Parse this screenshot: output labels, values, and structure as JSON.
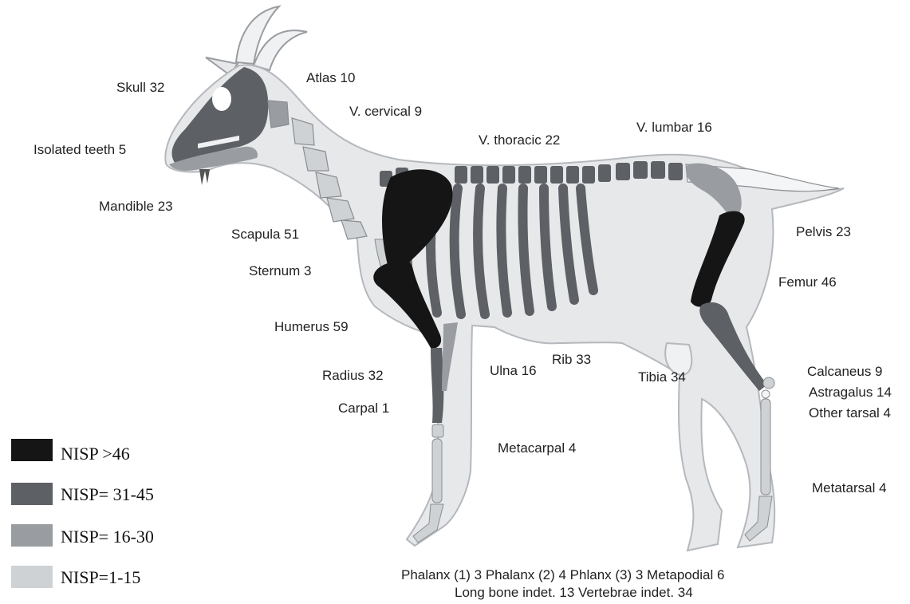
{
  "colors": {
    "body": "#e6e8ea",
    "body_outline": "#b5b8bc",
    "nisp_over_46": "#151515",
    "nisp_31_45": "#5d6064",
    "nisp_16_30": "#999ca0",
    "nisp_1_15": "#cfd2d5"
  },
  "labels": {
    "skull": "Skull 32",
    "atlas": "Atlas 10",
    "v_cervical": "V. cervical 9",
    "isolated_teeth": "Isolated teeth 5",
    "v_thoracic": "V. thoracic 22",
    "v_lumbar": "V. lumbar 16",
    "mandible": "Mandible 23",
    "scapula": "Scapula 51",
    "pelvis": "Pelvis 23",
    "sternum": "Sternum 3",
    "femur": "Femur 46",
    "humerus": "Humerus 59",
    "rib": "Rib 33",
    "radius": "Radius 32",
    "ulna": "Ulna 16",
    "tibia": "Tibia 34",
    "calcaneus": "Calcaneus 9",
    "astragalus": "Astragalus 14",
    "other_tarsal": "Other tarsal 4",
    "carpal": "Carpal 1",
    "metacarpal": "Metacarpal 4",
    "metatarsal": "Metatarsal 4"
  },
  "legend": [
    {
      "label": "NISP >46",
      "color": "#151515"
    },
    {
      "label": "NISP= 31-45",
      "color": "#5d6064"
    },
    {
      "label": "NISP= 16-30",
      "color": "#999ca0"
    },
    {
      "label": "NISP=1-15",
      "color": "#cfd2d5"
    }
  ],
  "footer": {
    "line1": "Phalanx (1) 3 Phalanx (2) 4 Phlanx (3) 3 Metapodial 6",
    "line2": "Long bone indet. 13 Vertebrae indet. 34"
  }
}
